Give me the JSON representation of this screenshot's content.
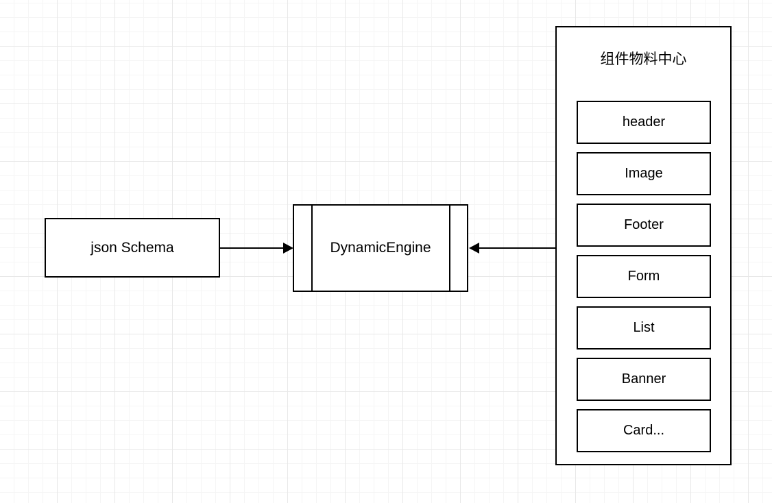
{
  "diagram": {
    "nodes": {
      "json_schema": {
        "label": "json Schema"
      },
      "dynamic_engine": {
        "label": "DynamicEngine"
      }
    },
    "panel": {
      "title": "组件物料中心",
      "items": [
        {
          "label": "header"
        },
        {
          "label": "Image"
        },
        {
          "label": "Footer"
        },
        {
          "label": "Form"
        },
        {
          "label": "List"
        },
        {
          "label": "Banner"
        },
        {
          "label": "Card..."
        }
      ]
    },
    "arrows": [
      {
        "name": "schema-to-engine",
        "direction": "right"
      },
      {
        "name": "panel-to-engine",
        "direction": "left"
      }
    ],
    "colors": {
      "stroke": "#000000",
      "fill": "#ffffff",
      "grid_minor": "#f5f5f5",
      "grid_major": "#e8e8e8"
    }
  }
}
